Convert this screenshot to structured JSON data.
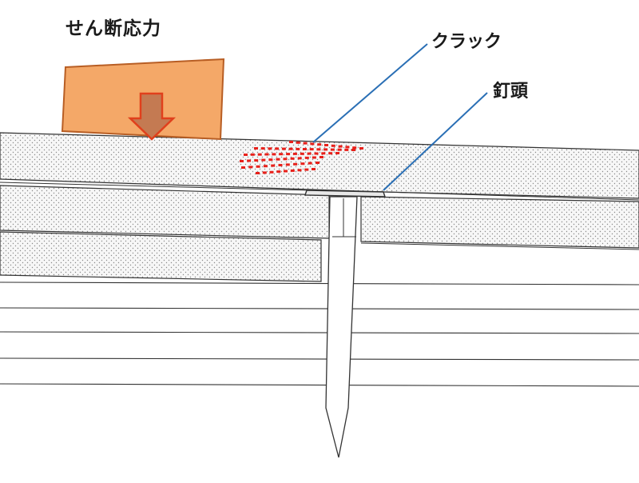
{
  "labels": {
    "shear_stress": "せん断応力",
    "crack": "クラック",
    "nail_head": "釘頭"
  },
  "colors": {
    "load_fill": "#f4a868",
    "load_stroke": "#c8682a",
    "arrow_fill": "#c47a52",
    "arrow_stroke": "#e0401c",
    "crack": "#e8201a",
    "leader": "#2a6fb5",
    "board_fill": "#f6f6f6",
    "line": "#333333"
  }
}
